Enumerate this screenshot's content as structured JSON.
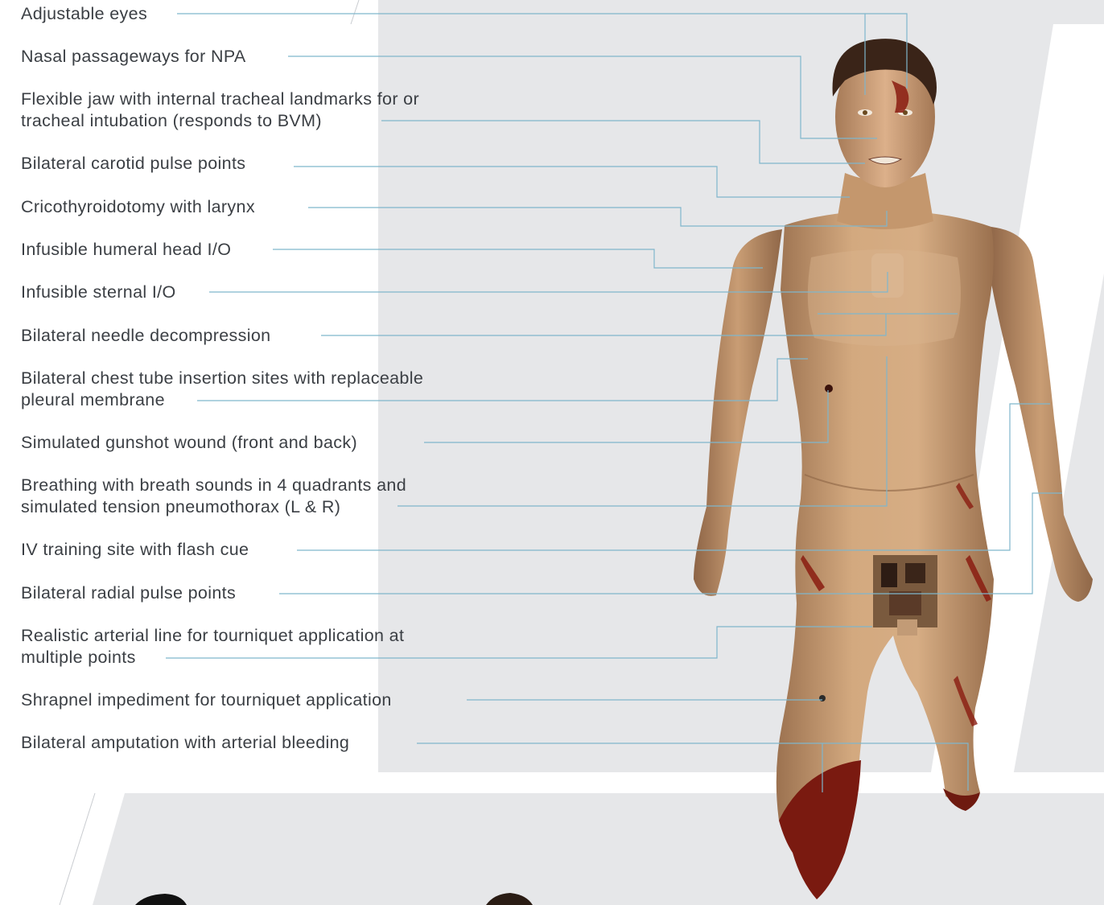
{
  "callouts": [
    {
      "lines": [
        "Adjustable eyes"
      ]
    },
    {
      "lines": [
        "Nasal passageways for NPA"
      ]
    },
    {
      "lines": [
        "Flexible jaw with internal tracheal landmarks for or",
        "tracheal intubation (responds to BVM)"
      ]
    },
    {
      "lines": [
        "Bilateral carotid pulse points"
      ]
    },
    {
      "lines": [
        "Cricothyroidotomy with larynx"
      ]
    },
    {
      "lines": [
        "Infusible humeral head I/O"
      ]
    },
    {
      "lines": [
        "Infusible sternal I/O"
      ]
    },
    {
      "lines": [
        "Bilateral needle decompression"
      ]
    },
    {
      "lines": [
        "Bilateral chest tube insertion sites with replaceable",
        "pleural membrane"
      ]
    },
    {
      "lines": [
        "Simulated gunshot wound (front and back)"
      ]
    },
    {
      "lines": [
        "Breathing with breath sounds in 4 quadrants and",
        "simulated tension pneumothorax (L & R)"
      ]
    },
    {
      "lines": [
        "IV training site with flash cue"
      ]
    },
    {
      "lines": [
        "Bilateral radial pulse points"
      ]
    },
    {
      "lines": [
        "Realistic arterial line for tourniquet application at",
        "multiple points"
      ]
    },
    {
      "lines": [
        "Shrapnel impediment for tourniquet application"
      ]
    },
    {
      "lines": [
        "Bilateral amputation with arterial bleeding"
      ]
    }
  ],
  "colors": {
    "text": "#3b3f44",
    "leader_line": "#7fb6cc",
    "background_band": "#e6e7e9",
    "skin": "#c79a70",
    "hair": "#3a2418",
    "wound": "#8a1c10"
  }
}
